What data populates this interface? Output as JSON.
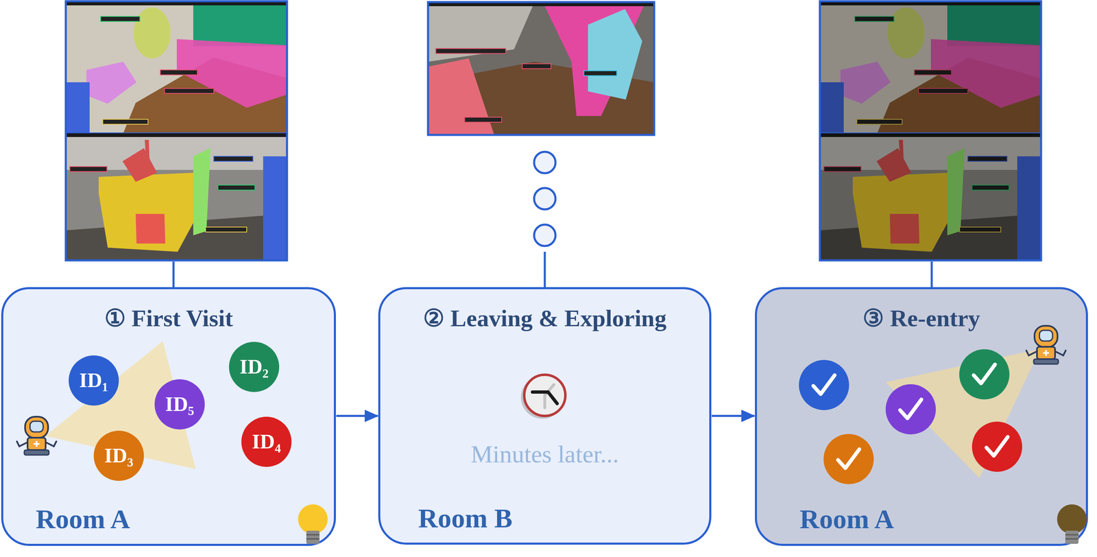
{
  "diagram": {
    "nodes": [
      {
        "text": [
          "① First Visit",
          "Room A"
        ]
      },
      {
        "text": [
          "ID₁"
        ],
        "in": 0
      },
      {
        "text": [
          "ID₂"
        ],
        "in": 0
      },
      {
        "text": [
          "ID₃"
        ],
        "in": 0
      },
      {
        "text": [
          "ID₄"
        ],
        "in": 0
      },
      {
        "text": [
          "ID₅"
        ],
        "in": 0
      },
      {
        "text": [
          "② Leaving & Exploring",
          "Minutes later...",
          "Room B"
        ]
      },
      {
        "text": [
          "③ Re-entry",
          "Room A"
        ]
      }
    ],
    "edges": [
      {
        "from": 0,
        "to": 6,
        "arrow": "to"
      },
      {
        "from": 6,
        "to": 7,
        "arrow": "to"
      }
    ]
  }
}
